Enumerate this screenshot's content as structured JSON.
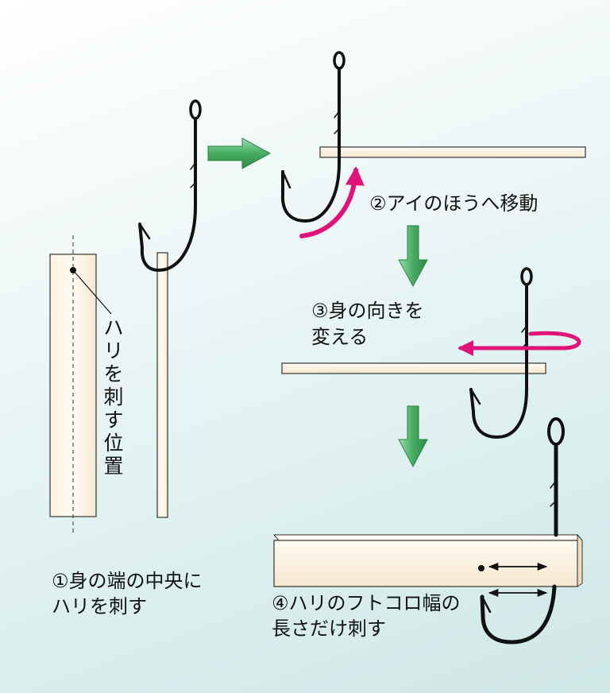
{
  "labels": {
    "pierce_position": "ハリを刺す位置",
    "step1_line1": "①身の端の中央に",
    "step1_line2": "ハリを刺す",
    "step2": "②アイのほうへ移動",
    "step3_line1": "③身の向きを",
    "step3_line2": "変える",
    "step4_line1": "④ハリのフトコロ幅の",
    "step4_line2": "長さだけ刺す"
  },
  "colors": {
    "strip_fill": "#fdf3e3",
    "strip_stroke": "#333333",
    "hook_stroke": "#111111",
    "green_arrow": "#3fa85a",
    "magenta_arrow": "#e0137a"
  }
}
